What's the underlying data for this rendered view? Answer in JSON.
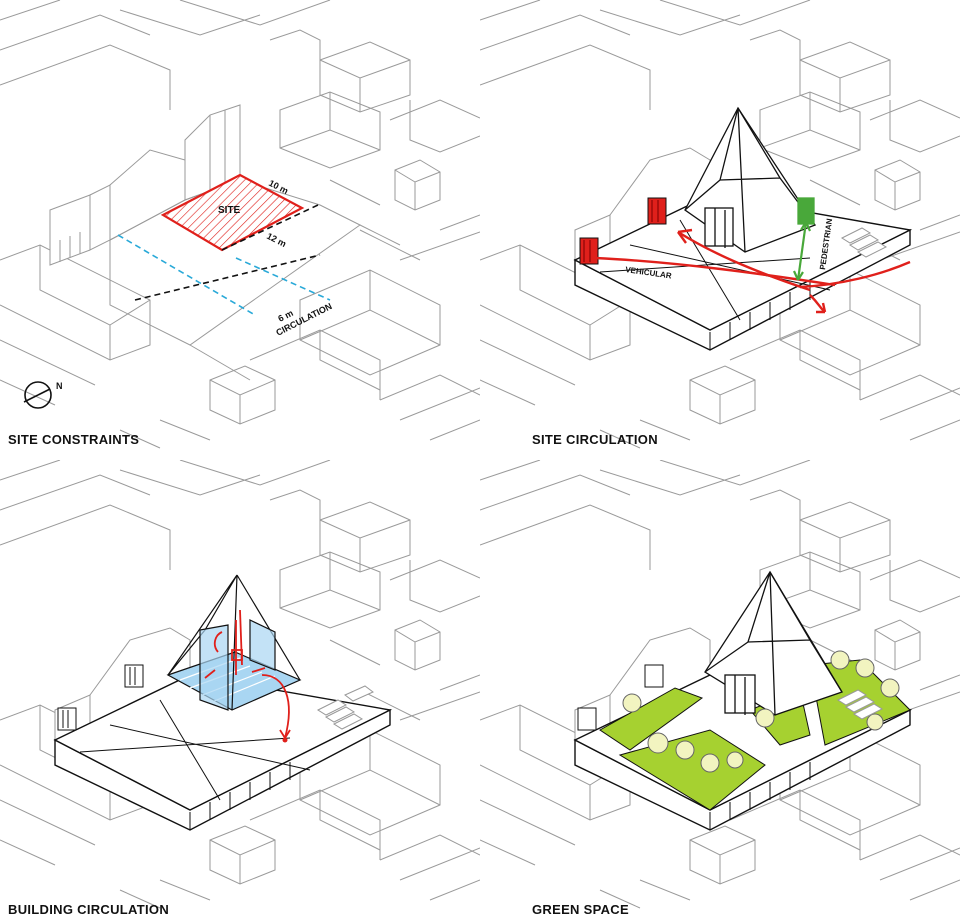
{
  "captions": {
    "site_constraints": "SITE CONSTRAINTS",
    "site_circulation": "SITE CIRCULATION",
    "building_circulation": "BUILDING CIRCULATION",
    "green_space": "GREEN SPACE"
  },
  "panel1": {
    "site_label": "SITE",
    "width_label": "10 m",
    "depth_label": "12 m",
    "circulation_width": "6 m",
    "circulation_label": "CIRCULATION",
    "north_label": "N"
  },
  "panel2": {
    "vehicular_label": "VEHICULAR",
    "pedestrian_label": "PEDESTRIAN"
  },
  "colors": {
    "line": "#9a9a9a",
    "outline": "#111111",
    "site_red": "#e0201b",
    "cyan_dash": "#29a9d8",
    "pedestrian_green": "#49a83a",
    "lawn_green": "#a6d130",
    "glass_blue": "#a9d6f2",
    "tree_fill": "#f2f4c0"
  }
}
